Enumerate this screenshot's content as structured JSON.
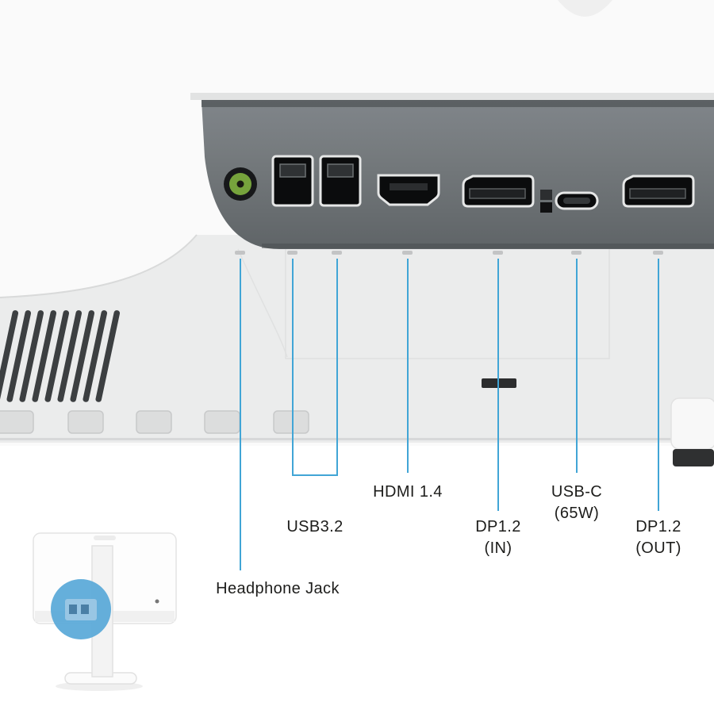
{
  "colors": {
    "background": "#ffffff",
    "callout_line": "#41a5d6",
    "panel": "#6e7376",
    "port_outline": "#e6e7e7",
    "jack_green": "#76a33c",
    "highlight_circle": "#58a8d8",
    "label_text": "#1d1d1b"
  },
  "ports": [
    {
      "name": "headphone-jack-port"
    },
    {
      "name": "usb-a-port-1"
    },
    {
      "name": "usb-a-port-2"
    },
    {
      "name": "hdmi-port"
    },
    {
      "name": "dp-in-port"
    },
    {
      "name": "usb-c-port"
    },
    {
      "name": "dp-out-port"
    }
  ],
  "labels": {
    "headphone": "Headphone Jack",
    "usb": "USB3.2",
    "hdmi": "HDMI 1.4",
    "dp_in_1": "DP1.2",
    "dp_in_2": "(IN)",
    "usb_c_1": "USB-C",
    "usb_c_2": "(65W)",
    "dp_out_1": "DP1.2",
    "dp_out_2": "(OUT)"
  }
}
